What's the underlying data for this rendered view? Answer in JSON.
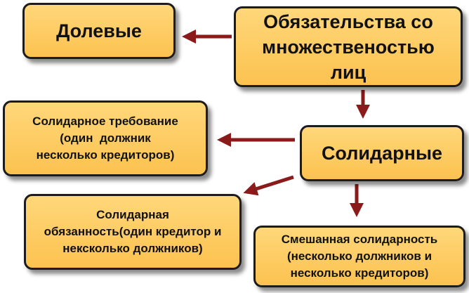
{
  "nodes": {
    "dolevye": "Долевые",
    "obyazatelstva": [
      "Обязательства со",
      "множественостью",
      "лиц"
    ],
    "solidarnoe_trebovanie": [
      "Солидарное требование",
      "(один  должник",
      "несколько кредиторов)"
    ],
    "solidarnye": "Солидарные",
    "solidarnaya_obyazannost": [
      "Солидарная",
      "обязанность(один кредитор и",
      "нексколько должников)"
    ],
    "smeshannaya": [
      "Смешанная солидарность",
      "(несколько должников и",
      "несколько кредиторов)"
    ]
  },
  "colors": {
    "box_fill": "#fcc24f",
    "box_border": "#1c1c1c",
    "arrow": "#8b1a1a"
  }
}
